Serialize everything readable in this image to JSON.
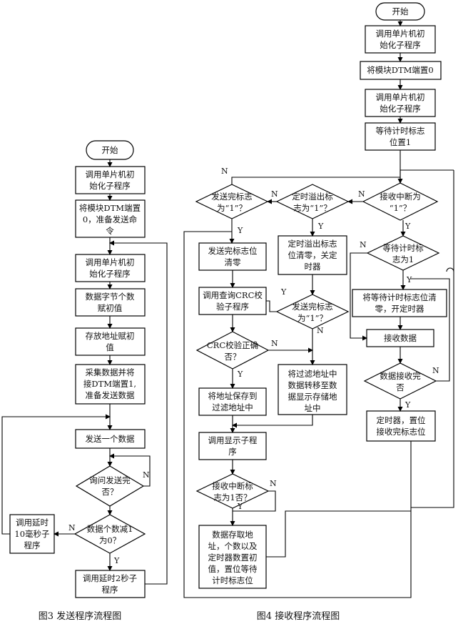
{
  "fig3": {
    "caption": "图3 发送程序流程图",
    "start": "开始",
    "init1": [
      "调用单片机初",
      "始化子程序"
    ],
    "dtm0": [
      "将模块DTM端置",
      "0，准备发送命",
      "令"
    ],
    "init2": [
      "调用单片机初",
      "始化子程序"
    ],
    "count_init": [
      "数据字节个数",
      "赋初值"
    ],
    "addr_init": [
      "存放地址赋初",
      "值"
    ],
    "collect": [
      "采集数据并将",
      "接DTM端置1,",
      "准备发送数据"
    ],
    "send_one": "发送一个数据",
    "query_done": [
      "询问发送完",
      "否？"
    ],
    "count_dec": [
      "数据个数减1",
      "为0？"
    ],
    "delay10": [
      "调用延时",
      "10毫秒子",
      "程序"
    ],
    "delay2": [
      "调用延时2秒子",
      "程序"
    ],
    "label_n1": "N",
    "label_n2": "N",
    "label_y": "Y"
  },
  "fig4": {
    "caption": "图4 接收程序流程图",
    "start": "开始",
    "init1": [
      "调用单片机初",
      "始化子程序"
    ],
    "dtm0": "将模块DTM端置0",
    "init2": [
      "调用单片机初",
      "始化子程序"
    ],
    "wait_flag": [
      "等待计时标志",
      "位置1"
    ],
    "recv_int": [
      "接收中断为",
      "“1”？"
    ],
    "overflow": [
      "定时溢出标",
      "志为“1”？"
    ],
    "send_done1": [
      "发送完标志",
      "为“1”？"
    ],
    "clear_send": [
      "发送完标志位",
      "清零"
    ],
    "clear_overflow": [
      "定时溢出标志",
      "位清零，关定",
      "时器"
    ],
    "wait_flag_q": [
      "等待计时标",
      "志为1"
    ],
    "clear_wait": [
      "将等待计时标志位清",
      "零，开定时器"
    ],
    "crc_call": [
      "调用查询CRC校",
      "验子程序"
    ],
    "send_done2": [
      "发送完标志",
      "为“1”？"
    ],
    "recv_data": "接收数据",
    "crc_ok": [
      "CRC校验正确",
      "否？"
    ],
    "transfer": [
      "将过滤地址中",
      "数据转移至数",
      "据显示存储地",
      "址中"
    ],
    "recv_done": [
      "数据接收完",
      "否"
    ],
    "save_addr": [
      "将地址保存到",
      "过滤地址中"
    ],
    "timer_set": [
      "定时器，置位",
      "接收完标志位"
    ],
    "display": [
      "调用显示子程",
      "序"
    ],
    "recv_int0": [
      "接收中断标",
      "志为1否？"
    ],
    "store": [
      "数据存取地",
      "址，个数以及",
      "定时器数置初",
      "值，置位等待",
      "计时标志位"
    ],
    "labels": {
      "n": "N",
      "y": "Y"
    }
  }
}
